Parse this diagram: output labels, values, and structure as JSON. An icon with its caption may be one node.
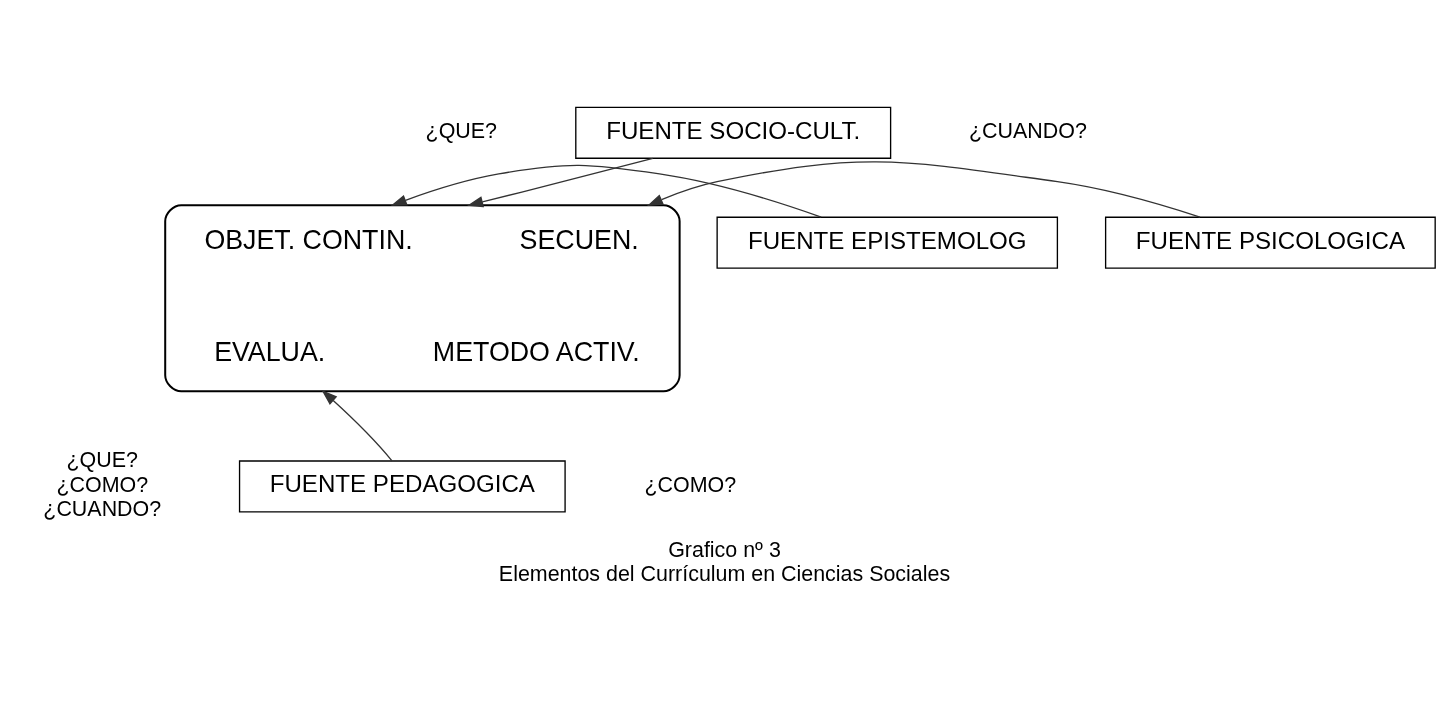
{
  "diagram": {
    "title": "Grafico nº 3",
    "caption": "Elementos del Currículum en Ciencias Sociales",
    "nodes": [
      {
        "text": [
          "FUENTE SOCIO-CULT."
        ]
      },
      {
        "text": [],
        "shape": "ellipse"
      },
      {
        "text": [
          "OBJET. CONTIN."
        ],
        "in": 1
      },
      {
        "text": [
          "SECUEN."
        ],
        "in": 1
      },
      {
        "text": [
          "FUENTE EPISTEMOLOG"
        ]
      },
      {
        "text": [
          "FUENTE PSICOLOGICA"
        ]
      },
      {
        "text": [
          "EVALUA."
        ],
        "in": 1
      },
      {
        "text": [
          "METODO ACTIV."
        ],
        "in": 1
      },
      {
        "text": [
          "FUENTE PEDAGOGICA"
        ]
      }
    ],
    "edges": [
      {
        "from": 0,
        "to": 1,
        "arrow": "to"
      },
      {
        "from": 4,
        "to": 1,
        "arrow": "to"
      },
      {
        "from": 5,
        "to": 1,
        "arrow": "to"
      },
      {
        "from": 8,
        "to": 1,
        "arrow": "to"
      }
    ],
    "labels": [
      "¿QUE?",
      "¿CUANDO?",
      "¿QUE? ¿COMO? ¿CUANDO?",
      "¿COMO?"
    ]
  }
}
